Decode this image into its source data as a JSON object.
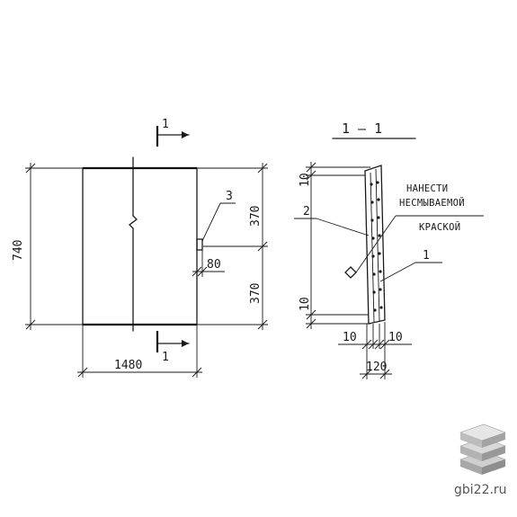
{
  "drawing": {
    "front_view": {
      "section_mark_top": "1",
      "section_mark_bottom": "1",
      "height_total": "740",
      "width_total": "1480",
      "height_upper": "370",
      "height_lower": "370",
      "lug_offset": "80",
      "callout_lug": "3"
    },
    "section_view": {
      "title": "1 — 1",
      "callout_bar": "2",
      "callout_plate": "1",
      "note_line1": "НАНЕСТИ",
      "note_line2": "НЕСМЫВАЕМОЙ",
      "note_line3": "КРАСКОЙ",
      "top_offset": "10",
      "bottom_offset": "10",
      "left_thickness": "10",
      "right_thickness": "10",
      "total_width": "120"
    }
  },
  "watermark": {
    "text": "gbi22.ru",
    "logo_icon": "stacked-slabs-icon"
  }
}
